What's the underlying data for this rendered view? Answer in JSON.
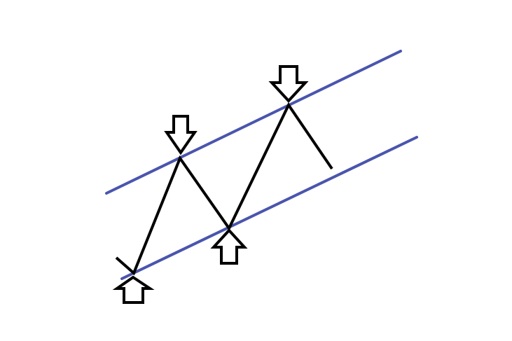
{
  "diagram": {
    "type": "ascending-price-channel",
    "background_color": "#ffffff",
    "channel_color": "#4a55ad",
    "price_path_color": "#000000",
    "arrow_outline_color": "#000000",
    "arrow_fill_color": "#ffffff",
    "channel_lines": [
      {
        "id": "upper",
        "role": "resistance"
      },
      {
        "id": "lower",
        "role": "support"
      }
    ],
    "markers": [
      {
        "id": "low-1",
        "icon": "arrow-up-icon",
        "direction": "up"
      },
      {
        "id": "high-1",
        "icon": "arrow-down-icon",
        "direction": "down"
      },
      {
        "id": "low-2",
        "icon": "arrow-up-icon",
        "direction": "up"
      },
      {
        "id": "high-2",
        "icon": "arrow-down-icon",
        "direction": "down"
      }
    ]
  }
}
